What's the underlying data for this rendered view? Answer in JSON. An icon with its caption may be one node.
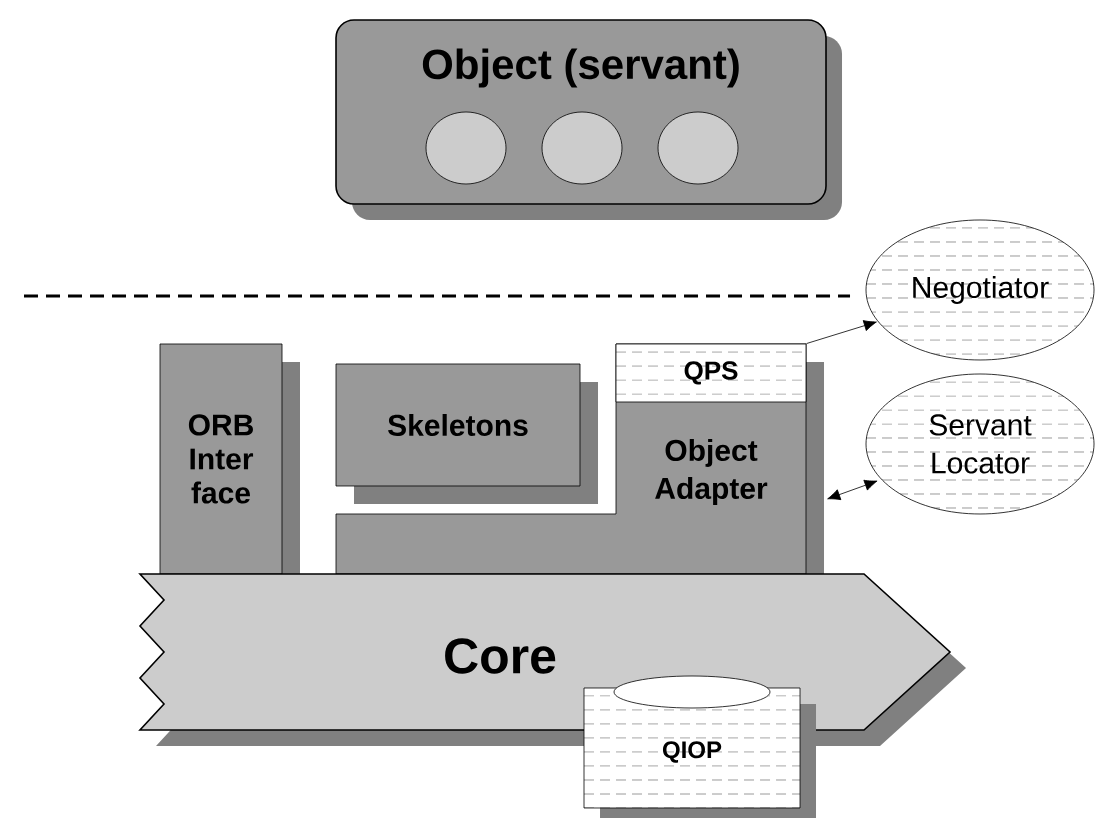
{
  "diagram": {
    "nodes": [
      {
        "text": [
          "Object (servant)"
        ]
      },
      {
        "text": [],
        "shape": "circle",
        "in": 0
      },
      {
        "text": [],
        "shape": "circle",
        "in": 0
      },
      {
        "text": [],
        "shape": "circle",
        "in": 0
      },
      {
        "text": [
          "ORB Inter face"
        ]
      },
      {
        "text": [
          "Skeletons"
        ]
      },
      {
        "text": [
          "Object Adapter"
        ]
      },
      {
        "text": [
          "QPS"
        ],
        "in": 6
      },
      {
        "text": [
          "Negotiator"
        ]
      },
      {
        "text": [
          "Servant Locator"
        ]
      },
      {
        "text": [
          "Core"
        ]
      },
      {
        "text": [
          "QIOP"
        ]
      }
    ],
    "edges": [
      {
        "from": 7,
        "to": 8,
        "arrow": "to"
      },
      {
        "from": 6,
        "to": 9,
        "arrow": "both"
      }
    ]
  }
}
